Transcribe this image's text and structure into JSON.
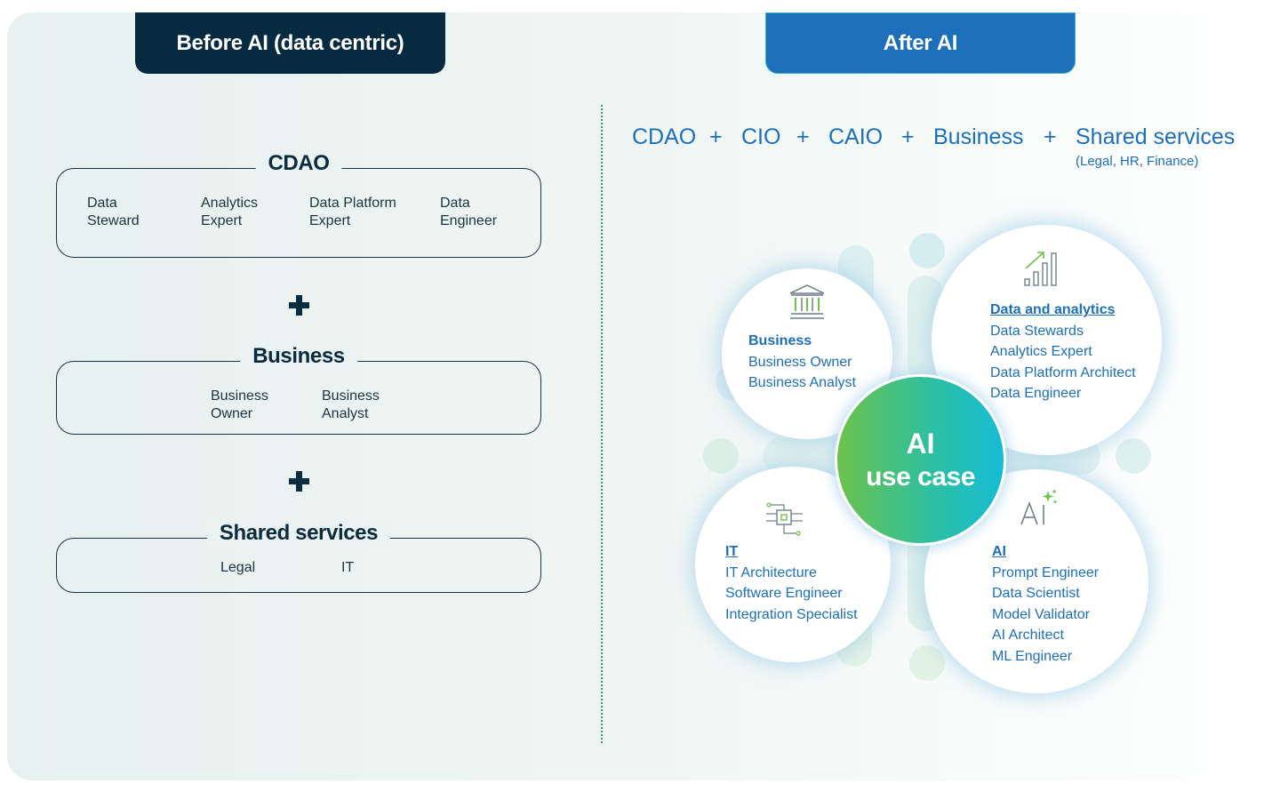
{
  "left_header": "Before AI (data centric)",
  "right_header": "After AI",
  "before": {
    "cdao": {
      "title": "CDAO",
      "roles": [
        "Data\nSteward",
        "Analytics\nExpert",
        "Data Platform\nExpert",
        "Data\nEngineer"
      ]
    },
    "business": {
      "title": "Business",
      "roles": [
        "Business\nOwner",
        "Business\nAnalyst"
      ]
    },
    "shared": {
      "title": "Shared services",
      "roles": [
        "Legal",
        "IT"
      ]
    }
  },
  "after": {
    "formula": [
      "CDAO",
      "+",
      "CIO",
      "+",
      "CAIO",
      "+",
      "Business",
      "+",
      "Shared services"
    ],
    "shared_note": "(Legal, HR, Finance)",
    "center": {
      "line1": "AI",
      "line2": "use case"
    },
    "circles": {
      "business": {
        "title": "Business",
        "icon": "bank-icon",
        "roles": [
          "Business Owner",
          "Business Analyst"
        ]
      },
      "data": {
        "title": "Data and analytics",
        "icon": "growth-chart-icon",
        "roles": [
          "Data Stewards",
          "Analytics Expert",
          "Data Platform Architect",
          "Data Engineer"
        ]
      },
      "it": {
        "title": "IT",
        "icon": "circuit-icon",
        "roles": [
          "IT Architecture",
          "Software Engineer",
          "Integration Specialist"
        ]
      },
      "ai": {
        "title": "AI",
        "icon": "ai-sparkle-icon",
        "roles": [
          "Prompt Engineer",
          "Data Scientist",
          "Model Validator",
          "AI Architect",
          "ML Engineer"
        ]
      }
    }
  },
  "colors": {
    "dark_navy": "#062a40",
    "blue": "#1d6fba",
    "green": "#6cc24a",
    "teal": "#16bcd5"
  }
}
